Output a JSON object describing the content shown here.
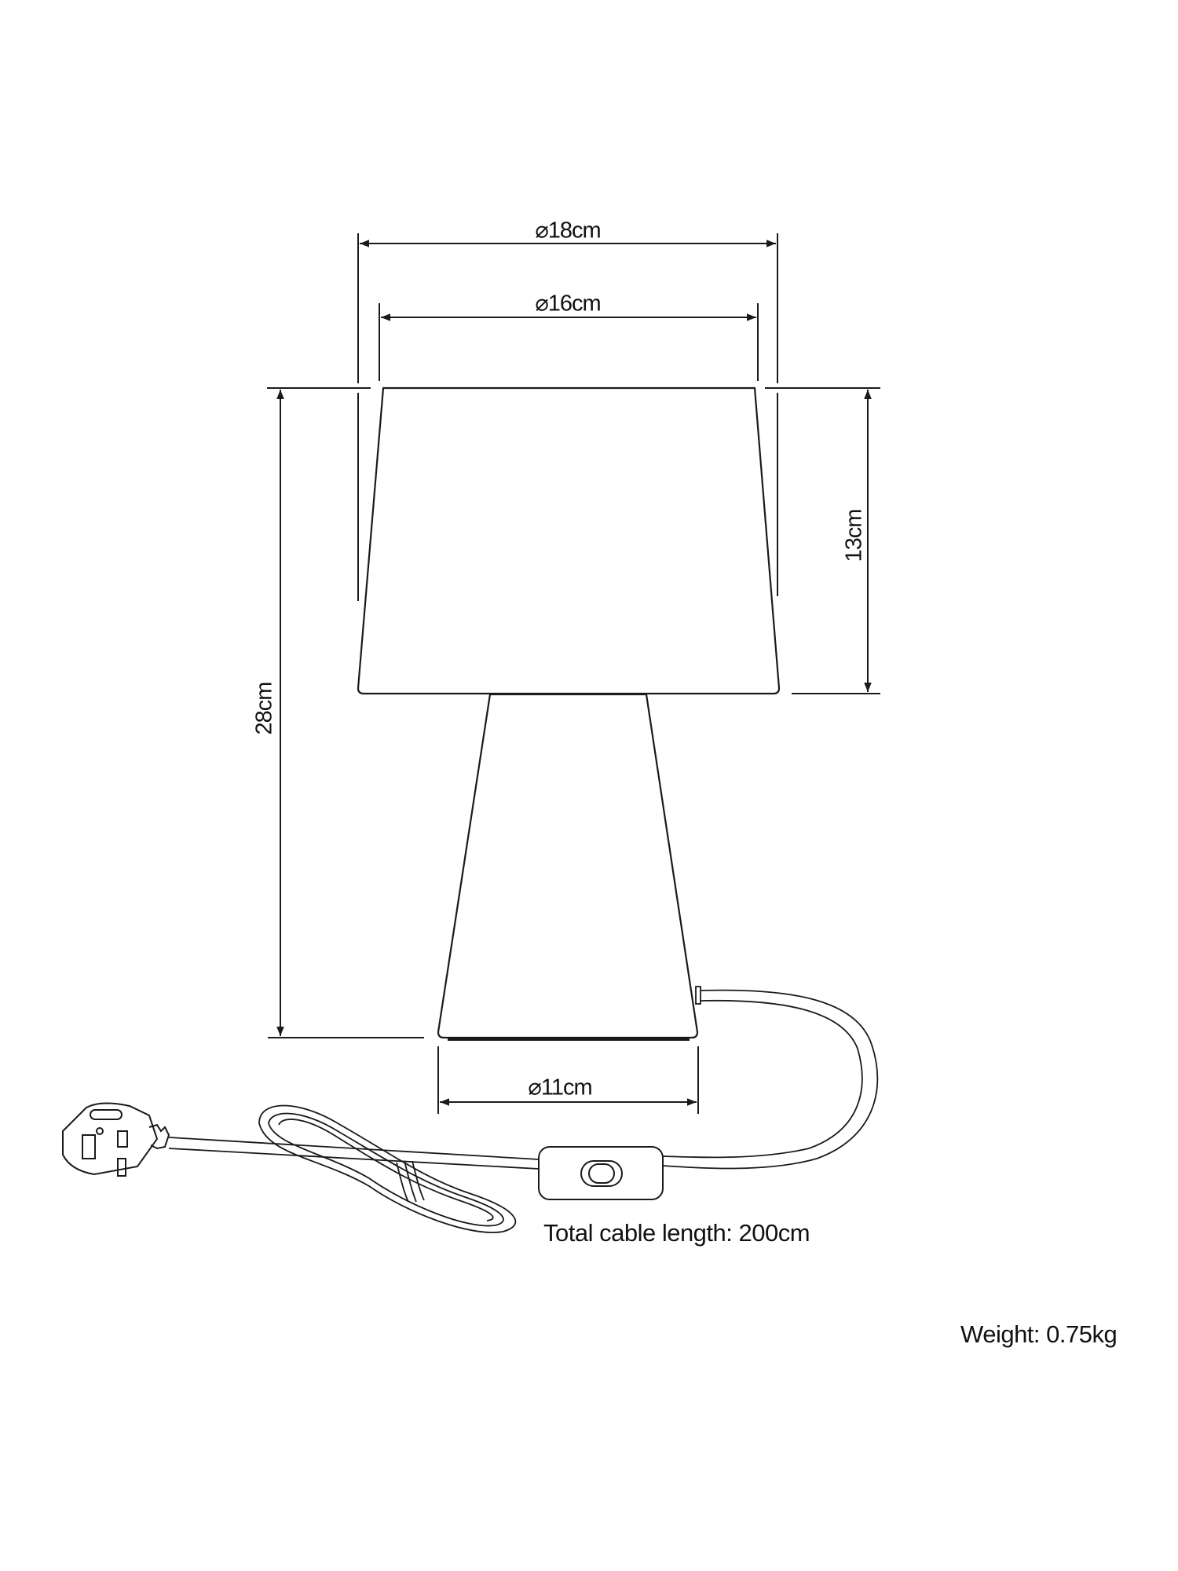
{
  "dimensions": {
    "shade_top_outer_diameter": "⌀18cm",
    "shade_top_inner_diameter": "⌀16cm",
    "shade_height": "13cm",
    "total_height": "28cm",
    "base_diameter": "⌀11cm"
  },
  "notes": {
    "cable_length": "Total cable length: 200cm",
    "weight": "Weight: 0.75kg"
  },
  "colors": {
    "line": "#1a1a1a",
    "background": "#ffffff"
  }
}
